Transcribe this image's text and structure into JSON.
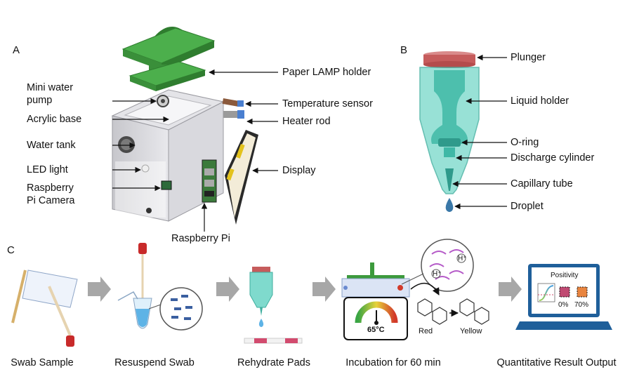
{
  "panels": {
    "a": "A",
    "b": "B",
    "c": "C"
  },
  "device_labels": {
    "paper_lamp_holder": "Paper LAMP holder",
    "mini_water_pump_1": "Mini water",
    "mini_water_pump_2": "pump",
    "temperature_sensor": "Temperature sensor",
    "acrylic_base": "Acrylic base",
    "heater_rod": "Heater rod",
    "water_tank": "Water tank",
    "led_light": "LED light",
    "display": "Display",
    "raspberry_camera_1": "Raspberry",
    "raspberry_camera_2": "Pi Camera",
    "raspberry_pi": "Raspberry Pi"
  },
  "dropper_labels": {
    "plunger": "Plunger",
    "liquid_holder": "Liquid holder",
    "o_ring": "O-ring",
    "discharge_cylinder": "Discharge cylinder",
    "capillary_tube": "Capillary tube",
    "droplet": "Droplet"
  },
  "steps": [
    {
      "label": "Swab Sample"
    },
    {
      "label": "Resuspend Swab"
    },
    {
      "label": "Rehydrate Pads"
    },
    {
      "label": "Incubation for 60 min"
    },
    {
      "label": "Quantitative Result Output"
    }
  ],
  "incubation": {
    "temperature": "65°C",
    "color_a": "Red",
    "color_b": "Yellow",
    "ion": "H⁺"
  },
  "result": {
    "title": "Positivity",
    "value_a": "0%",
    "value_b": "70%"
  },
  "colors": {
    "lamp_green": "#3c9a3c",
    "tank_gray": "#d6d6da",
    "dropper_teal": "#58cdbd",
    "plunger_red": "#c65c5c",
    "arrow_gray": "#a7a7a7",
    "laptop_blue": "#1f5f9a",
    "pad_pink": "#d24b6e"
  }
}
